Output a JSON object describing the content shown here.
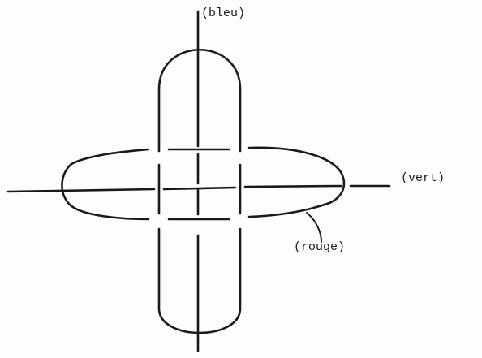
{
  "diagram": {
    "labels": {
      "bleu": "(bleu)",
      "vert": "(vert)",
      "rouge": "(rouge)"
    },
    "colors": {
      "ink": "#1a1a1a",
      "paper": "#fdfdfc"
    }
  }
}
